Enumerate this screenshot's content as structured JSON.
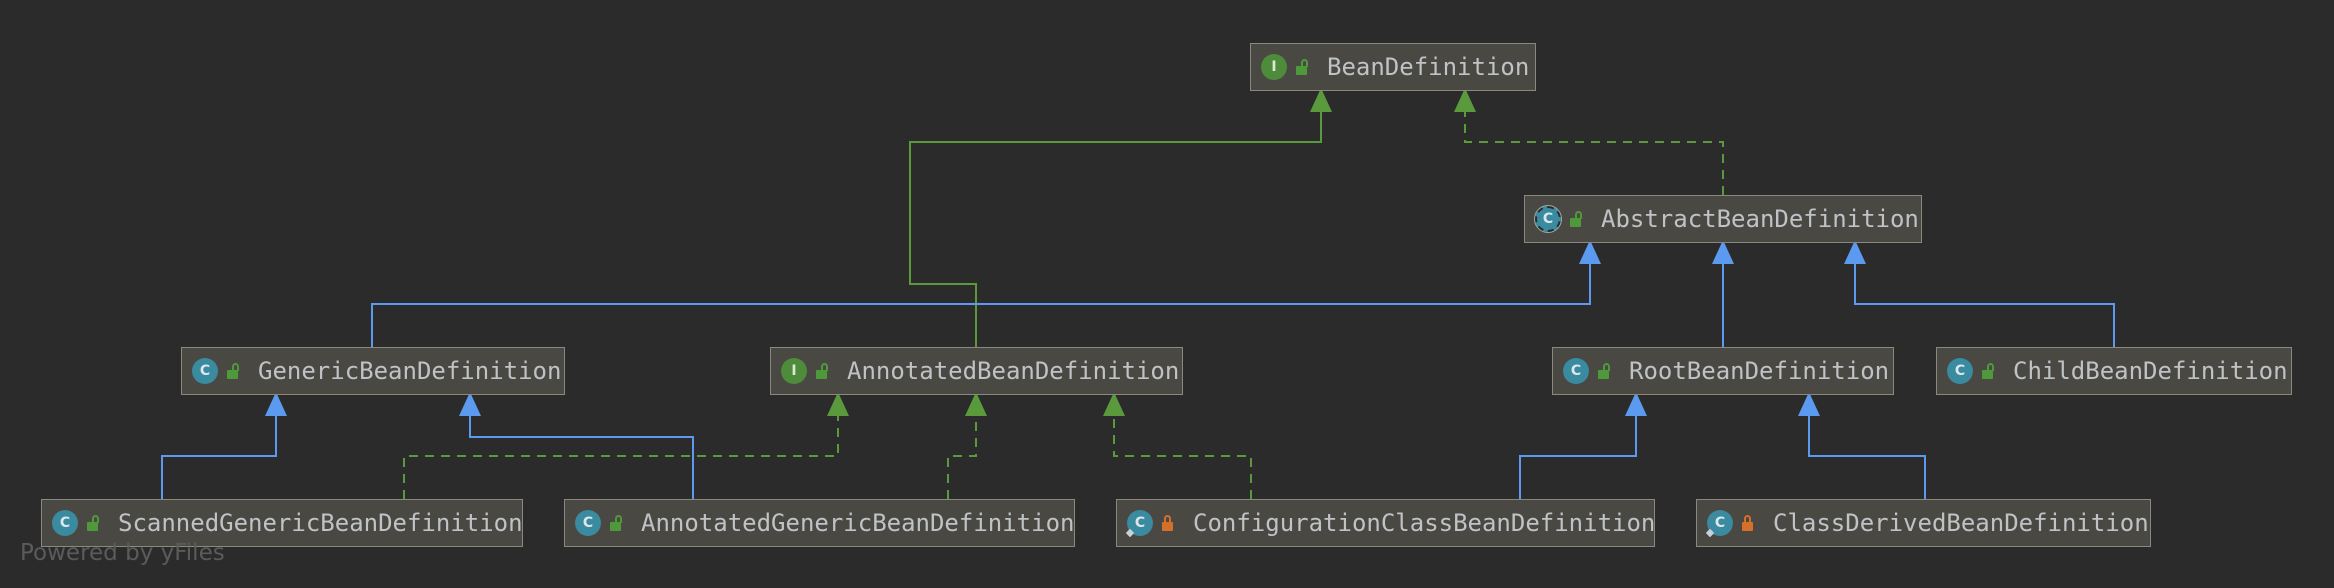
{
  "colors": {
    "background": "#2b2b2b",
    "interface_edge": "#5a9a3c",
    "class_edge": "#5b9aef"
  },
  "nodes": {
    "bean_definition": {
      "name": "BeanDefinition",
      "kind": "interface",
      "visibility": "public"
    },
    "abstract_bean_definition": {
      "name": "AbstractBeanDefinition",
      "kind": "abstract-class",
      "visibility": "public"
    },
    "generic_bean_definition": {
      "name": "GenericBeanDefinition",
      "kind": "class",
      "visibility": "public"
    },
    "annotated_bean_definition": {
      "name": "AnnotatedBeanDefinition",
      "kind": "interface",
      "visibility": "public"
    },
    "root_bean_definition": {
      "name": "RootBeanDefinition",
      "kind": "class",
      "visibility": "public"
    },
    "child_bean_definition": {
      "name": "ChildBeanDefinition",
      "kind": "class",
      "visibility": "public"
    },
    "scanned_generic_bean_definition": {
      "name": "ScannedGenericBeanDefinition",
      "kind": "class",
      "visibility": "public"
    },
    "annotated_generic_bean_definition": {
      "name": "AnnotatedGenericBeanDefinition",
      "kind": "class",
      "visibility": "public"
    },
    "configuration_class_bean_definition": {
      "name": "ConfigurationClassBeanDefinition",
      "kind": "final-class",
      "visibility": "private"
    },
    "class_derived_bean_definition": {
      "name": "ClassDerivedBeanDefinition",
      "kind": "final-class",
      "visibility": "private"
    }
  },
  "edges": [
    {
      "from": "AnnotatedBeanDefinition",
      "to": "BeanDefinition",
      "type": "extends-interface"
    },
    {
      "from": "AbstractBeanDefinition",
      "to": "BeanDefinition",
      "type": "implements"
    },
    {
      "from": "GenericBeanDefinition",
      "to": "AbstractBeanDefinition",
      "type": "extends"
    },
    {
      "from": "RootBeanDefinition",
      "to": "AbstractBeanDefinition",
      "type": "extends"
    },
    {
      "from": "ChildBeanDefinition",
      "to": "AbstractBeanDefinition",
      "type": "extends"
    },
    {
      "from": "ScannedGenericBeanDefinition",
      "to": "GenericBeanDefinition",
      "type": "extends"
    },
    {
      "from": "AnnotatedGenericBeanDefinition",
      "to": "GenericBeanDefinition",
      "type": "extends"
    },
    {
      "from": "ScannedGenericBeanDefinition",
      "to": "AnnotatedBeanDefinition",
      "type": "implements"
    },
    {
      "from": "AnnotatedGenericBeanDefinition",
      "to": "AnnotatedBeanDefinition",
      "type": "implements"
    },
    {
      "from": "ConfigurationClassBeanDefinition",
      "to": "AnnotatedBeanDefinition",
      "type": "implements"
    },
    {
      "from": "ConfigurationClassBeanDefinition",
      "to": "RootBeanDefinition",
      "type": "extends"
    },
    {
      "from": "ClassDerivedBeanDefinition",
      "to": "RootBeanDefinition",
      "type": "extends"
    }
  ],
  "icons": {
    "interface_letter": "I",
    "class_letter": "C"
  },
  "watermark": "Powered by yFiles"
}
